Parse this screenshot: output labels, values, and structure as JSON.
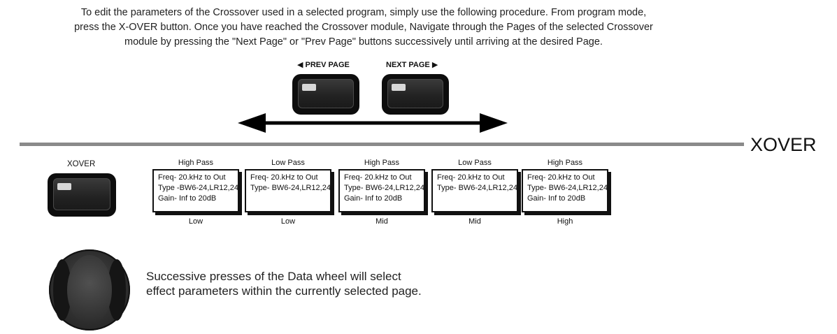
{
  "intro": {
    "line1": "To edit the parameters of the Crossover used in a selected program, simply use the following procedure. From program mode,",
    "line2": "press the X-OVER button. Once you have reached the Crossover module, Navigate through the Pages of the selected Crossover",
    "line3": "module by pressing the \"Next Page\" or \"Prev Page\" buttons successively until arriving at the desired Page."
  },
  "nav": {
    "prev_label": "PREV PAGE",
    "next_label": "NEXT PAGE"
  },
  "section_title": "XOVER",
  "xover_button_label": "XOVER",
  "modules": [
    {
      "title": "High Pass",
      "lines": [
        "Freq- 20.kHz to Out",
        "Type -BW6-24,LR12,24",
        "Gain- Inf to 20dB"
      ],
      "band": "Low"
    },
    {
      "title": "Low Pass",
      "lines": [
        "Freq- 20.kHz to Out",
        "Type- BW6-24,LR12,24",
        ""
      ],
      "band": "Low"
    },
    {
      "title": "High Pass",
      "lines": [
        "Freq- 20.kHz to Out",
        "Type- BW6-24,LR12,24",
        "Gain- Inf to 20dB"
      ],
      "band": "Mid"
    },
    {
      "title": "Low Pass",
      "lines": [
        "Freq- 20.kHz to Out",
        "Type- BW6-24,LR12,24",
        ""
      ],
      "band": "Mid"
    },
    {
      "title": "High Pass",
      "lines": [
        "Freq- 20.kHz to Out",
        "Type- BW6-24,LR12,24",
        "Gain- Inf to 20dB"
      ],
      "band": "High"
    }
  ],
  "wheel_text": {
    "line1": "Successive presses of the Data wheel will select",
    "line2": "effect parameters within the currently selected page."
  }
}
